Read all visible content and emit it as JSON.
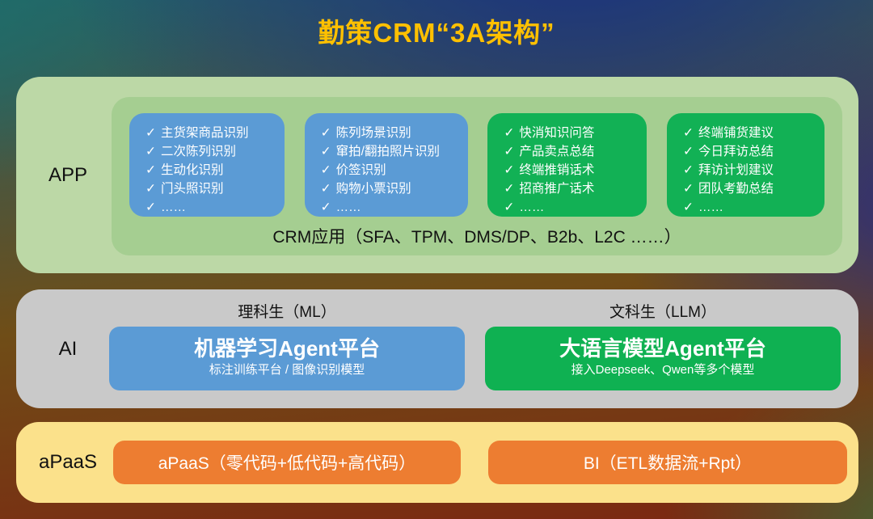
{
  "title": "勤策CRM“3A架构”",
  "icons": {
    "check": "✓"
  },
  "colors": {
    "title_gold": "#FFC000",
    "blue_box": "#5B9BD5",
    "green_box": "#12B155",
    "orange_box": "#ED7D31",
    "app_band": "#BCD8A6",
    "app_inner": "#A5CE91",
    "ai_band": "#C9C9C9",
    "apaas_band": "#FBE18B"
  },
  "bands": {
    "app": {
      "label": "APP",
      "chips": [
        {
          "type": "blue",
          "items": [
            "主货架商品识别",
            "二次陈列识别",
            "生动化识别",
            "门头照识别",
            "……"
          ]
        },
        {
          "type": "blue",
          "items": [
            "陈列场景识别",
            "窜拍/翻拍照片识别",
            "价签识别",
            "购物小票识别",
            "……"
          ]
        },
        {
          "type": "green",
          "items": [
            "快消知识问答",
            "产品卖点总结",
            "终端推销话术",
            "招商推广话术",
            "……"
          ]
        },
        {
          "type": "green",
          "items": [
            "终端铺货建议",
            "今日拜访总结",
            "拜访计划建议",
            "团队考勤总结",
            "……"
          ]
        }
      ],
      "caption": "CRM应用（SFA、TPM、DMS/DP、B2b、L2C ……）"
    },
    "ai": {
      "label": "AI",
      "columns": [
        {
          "heading": "理科生（ML）",
          "box_title": "机器学习Agent平台",
          "box_subtitle": "标注训练平台 / 图像识别模型",
          "color": "blue"
        },
        {
          "heading": "文科生（LLM）",
          "box_title": "大语言模型Agent平台",
          "box_subtitle": "接入Deepseek、Qwen等多个模型",
          "color": "green"
        }
      ]
    },
    "apaas": {
      "label": "aPaaS",
      "boxes": [
        {
          "label": "aPaaS（零代码+低代码+高代码）"
        },
        {
          "label": "BI（ETL数据流+Rpt）"
        }
      ]
    }
  }
}
